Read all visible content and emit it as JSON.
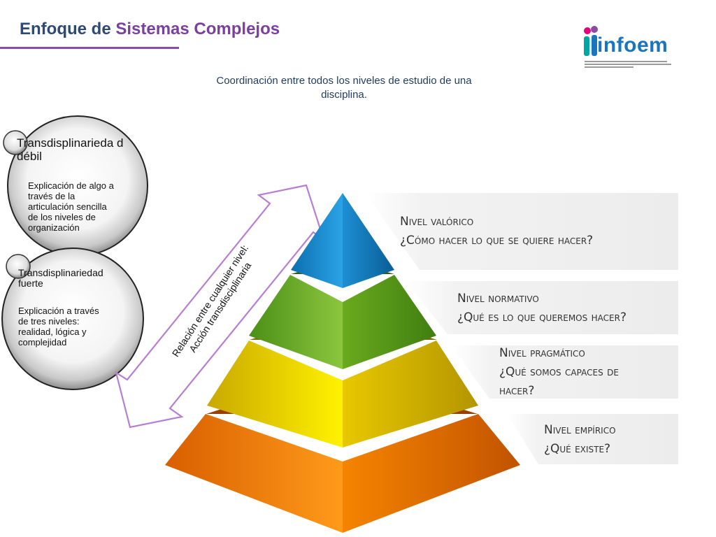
{
  "header": {
    "title_prefix": "Enfoque de ",
    "title_accent": "Sistemas Complejos",
    "logo_text": "infoem"
  },
  "subtitle": "Coordinación entre todos los niveles de estudio de una disciplina.",
  "bubbles": [
    {
      "title": "Transdisplinarieda d débil",
      "text": "Explicación de algo a través de la articulación sencilla de los niveles de organización"
    },
    {
      "title": "Transdisplinariedad fuerte",
      "text": "Explicación a través de tres niveles: realidad, lógica y complejidad"
    }
  ],
  "arrow_label": {
    "line1": "Relación entre cualquier nivel:",
    "line2": "Acción transdisciplinaria"
  },
  "levels": [
    {
      "name": "Nivel valórico",
      "question": "¿Cómo hacer lo que se quiere hacer?",
      "color": "#1a8fd0"
    },
    {
      "name": "Nivel normativo",
      "question": "¿Qué es lo que queremos hacer?",
      "color": "#6aaa1e"
    },
    {
      "name": "Nivel pragmático",
      "question_line1": "¿Qué somos capaces de",
      "question_line2": "hacer?",
      "color": "#e8c800"
    },
    {
      "name": "Nivel empírico",
      "question": "¿Qué existe?",
      "color": "#ef7b00"
    }
  ],
  "colors": {
    "title": "#2e4a73",
    "accent": "#7b3fa0",
    "arrow": "#b77fd0",
    "panel": "#f0f0f0"
  }
}
